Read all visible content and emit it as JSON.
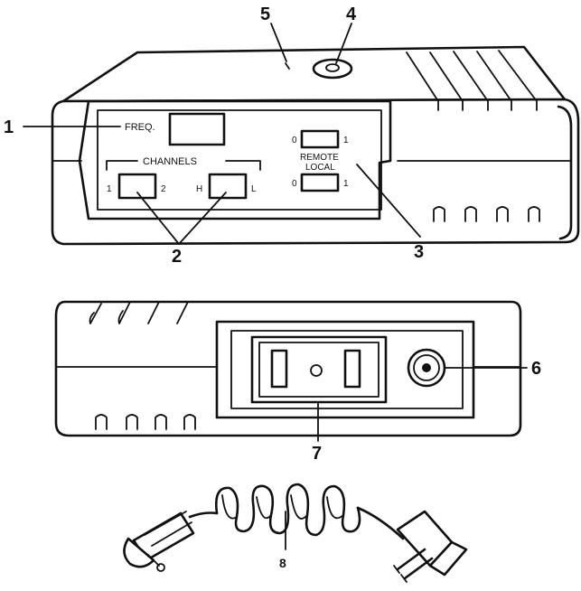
{
  "callouts": {
    "c1": "1",
    "c2": "2",
    "c3": "3",
    "c4": "4",
    "c5": "5",
    "c6": "6",
    "c7": "7",
    "c8": "8"
  },
  "top_unit": {
    "freq_label": "FREQ.",
    "channels_label": "CHANNELS",
    "ch_left_low": "1",
    "ch_left_high": "2",
    "ch_right_low": "H",
    "ch_right_high": "L",
    "remote_label": "REMOTE",
    "local_label": "LOCAL",
    "remote_off": "0",
    "remote_on": "1",
    "local_off": "0",
    "local_on": "1"
  },
  "icons": {
    "knob": "knob-icon",
    "socket": "coax-socket-icon",
    "outlet": "power-outlet-icon",
    "plug": "power-plug-icon"
  }
}
